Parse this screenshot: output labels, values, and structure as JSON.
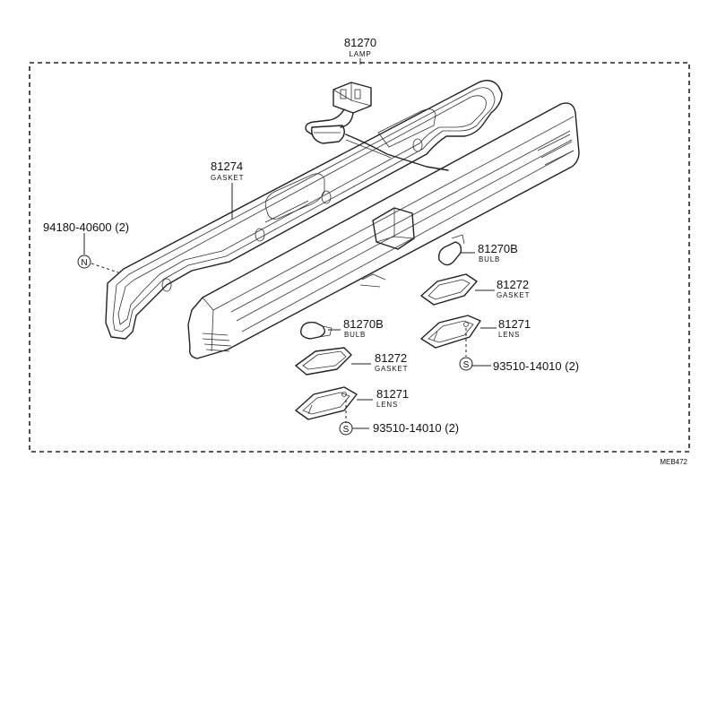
{
  "assembly": {
    "part_no": "81270",
    "name": "LAMP"
  },
  "labels": {
    "gasket_main": {
      "part_no": "81274",
      "name": "GASKET"
    },
    "nut": {
      "part_no": "94180-40600 (2)",
      "symbol": "N"
    },
    "bulb_upper": {
      "part_no": "81270B",
      "name": "BULB"
    },
    "gasket_upper": {
      "part_no": "81272",
      "name": "GASKET"
    },
    "lens_upper": {
      "part_no": "81271",
      "name": "LENS"
    },
    "screw_upper": {
      "part_no": "93510-14010 (2)",
      "symbol": "S"
    },
    "bulb_lower": {
      "part_no": "81270B",
      "name": "BULB"
    },
    "gasket_lower": {
      "part_no": "81272",
      "name": "GASKET"
    },
    "lens_lower": {
      "part_no": "81271",
      "name": "LENS"
    },
    "screw_lower": {
      "part_no": "93510-14010 (2)",
      "symbol": "S"
    }
  },
  "ref_code": "MEB472"
}
